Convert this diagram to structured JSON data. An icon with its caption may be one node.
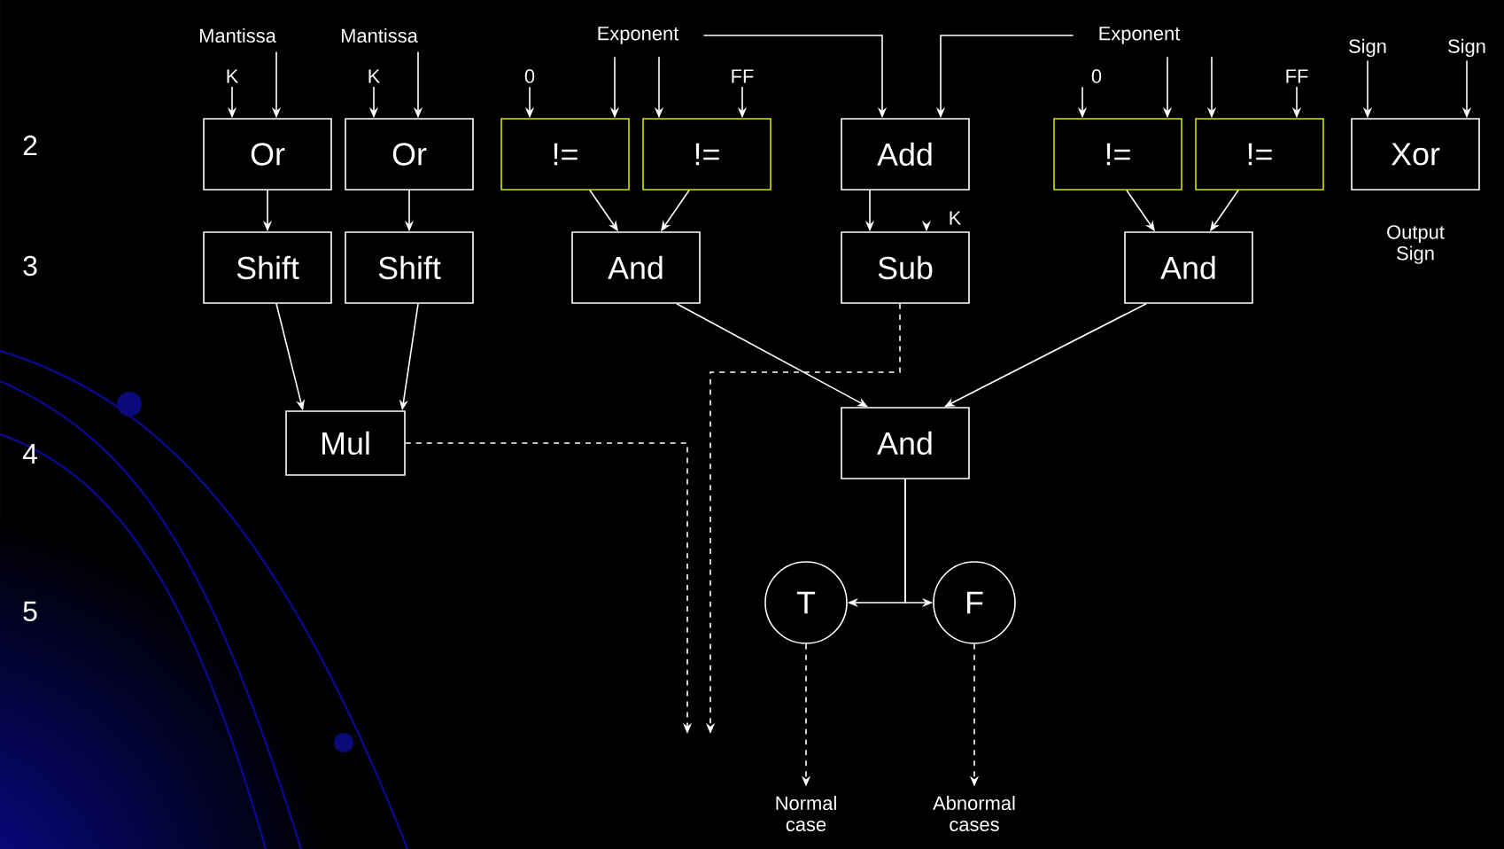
{
  "diagram": {
    "nodes": [
      {
        "text": [
          "Or"
        ]
      },
      {
        "text": [
          "Or"
        ]
      },
      {
        "text": [
          "!="
        ]
      },
      {
        "text": [
          "!="
        ]
      },
      {
        "text": [
          "Add"
        ]
      },
      {
        "text": [
          "!="
        ]
      },
      {
        "text": [
          "!="
        ]
      },
      {
        "text": [
          "Xor"
        ],
        "beside": [
          "Output Sign"
        ]
      },
      {
        "text": [
          "Shift"
        ]
      },
      {
        "text": [
          "Shift"
        ]
      },
      {
        "text": [
          "And"
        ]
      },
      {
        "text": [
          "Sub"
        ]
      },
      {
        "text": [
          "And"
        ]
      },
      {
        "text": [
          "Mul"
        ]
      },
      {
        "text": [
          "And"
        ]
      },
      {
        "text": [
          "T"
        ]
      },
      {
        "text": [
          "F"
        ]
      },
      {
        "text": [
          "Mantissa"
        ]
      },
      {
        "text": [
          "Mantissa"
        ]
      },
      {
        "text": [
          "K"
        ]
      },
      {
        "text": [
          "K"
        ]
      },
      {
        "text": [
          "Exponent"
        ]
      },
      {
        "text": [
          "0"
        ]
      },
      {
        "text": [
          "FF"
        ]
      },
      {
        "text": [
          "Exponent"
        ]
      },
      {
        "text": [
          "0"
        ]
      },
      {
        "text": [
          "FF"
        ]
      },
      {
        "text": [
          "Sign"
        ]
      },
      {
        "text": [
          "Sign"
        ]
      },
      {
        "text": [
          "K"
        ]
      },
      {
        "text": [
          "Normal case"
        ]
      },
      {
        "text": [
          "Abnormal cases"
        ]
      }
    ],
    "edges": [
      {
        "from": 19,
        "to": 0,
        "arrow": "to"
      },
      {
        "from": 17,
        "to": 0,
        "arrow": "to"
      },
      {
        "from": 20,
        "to": 1,
        "arrow": "to"
      },
      {
        "from": 18,
        "to": 1,
        "arrow": "to"
      },
      {
        "from": 22,
        "to": 2,
        "arrow": "to"
      },
      {
        "from": 21,
        "to": 2,
        "arrow": "to"
      },
      {
        "from": 21,
        "to": 3,
        "arrow": "to"
      },
      {
        "from": 23,
        "to": 3,
        "arrow": "to"
      },
      {
        "from": 21,
        "to": 4,
        "arrow": "to"
      },
      {
        "from": 24,
        "to": 4,
        "arrow": "to"
      },
      {
        "from": 25,
        "to": 5,
        "arrow": "to"
      },
      {
        "from": 24,
        "to": 5,
        "arrow": "to"
      },
      {
        "from": 24,
        "to": 6,
        "arrow": "to"
      },
      {
        "from": 26,
        "to": 6,
        "arrow": "to"
      },
      {
        "from": 27,
        "to": 7,
        "arrow": "to"
      },
      {
        "from": 28,
        "to": 7,
        "arrow": "to"
      },
      {
        "from": 0,
        "to": 8,
        "arrow": "to"
      },
      {
        "from": 1,
        "to": 9,
        "arrow": "to"
      },
      {
        "from": 2,
        "to": 10,
        "arrow": "to"
      },
      {
        "from": 3,
        "to": 10,
        "arrow": "to"
      },
      {
        "from": 4,
        "to": 11,
        "arrow": "to"
      },
      {
        "from": 29,
        "to": 11,
        "arrow": "to"
      },
      {
        "from": 5,
        "to": 12,
        "arrow": "to"
      },
      {
        "from": 6,
        "to": 12,
        "arrow": "to"
      },
      {
        "from": 8,
        "to": 13,
        "arrow": "to"
      },
      {
        "from": 9,
        "to": 13,
        "arrow": "to"
      },
      {
        "from": 10,
        "to": 14,
        "arrow": "to"
      },
      {
        "from": 12,
        "to": 14,
        "arrow": "to"
      },
      {
        "from": 11,
        "to": null,
        "arrow": "to",
        "style": "dashed"
      },
      {
        "from": 13,
        "to": null,
        "arrow": "to",
        "style": "dashed"
      },
      {
        "from": 14,
        "to": 15,
        "arrow": "to"
      },
      {
        "from": 14,
        "to": 16,
        "arrow": "to"
      },
      {
        "from": 15,
        "to": 30,
        "arrow": "to",
        "style": "dashed"
      },
      {
        "from": 16,
        "to": 31,
        "arrow": "to",
        "style": "dashed"
      }
    ],
    "labels": [
      "2",
      "3",
      "4",
      "5"
    ]
  }
}
